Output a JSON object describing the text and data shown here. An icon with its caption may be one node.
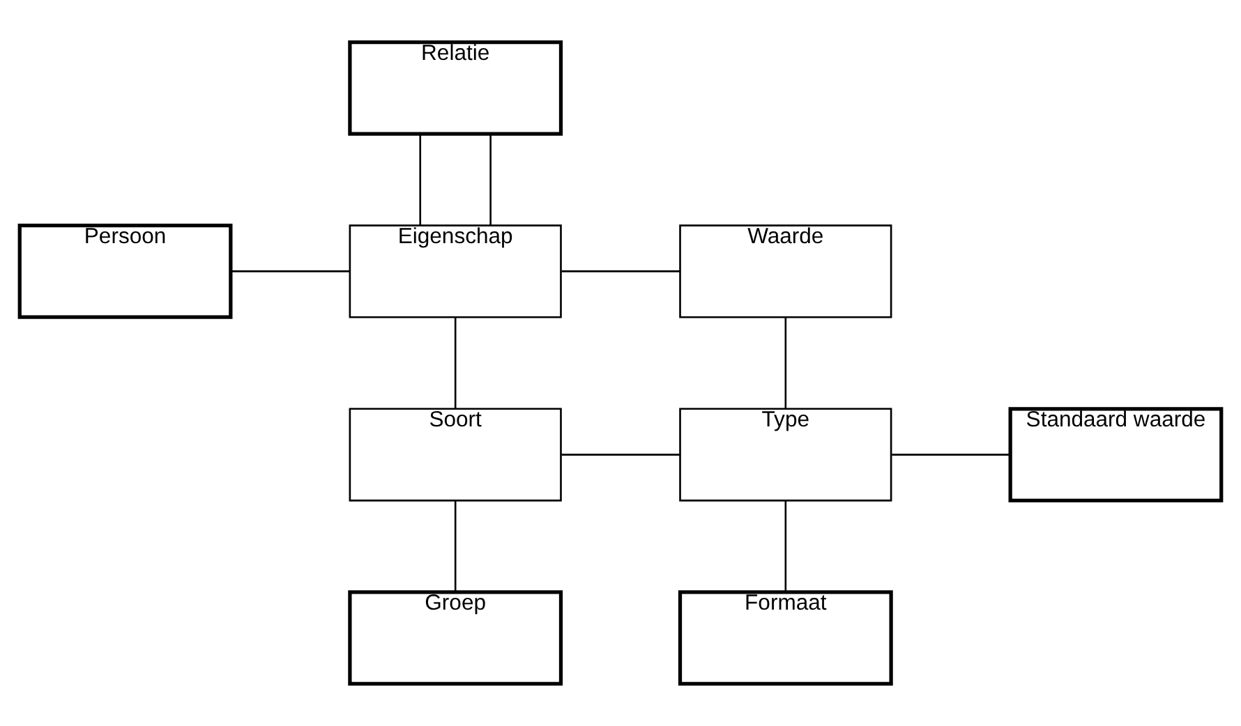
{
  "diagram": {
    "nodes": [
      {
        "text": [
          "Relatie"
        ]
      },
      {
        "text": [
          "Persoon"
        ]
      },
      {
        "text": [
          "Eigenschap"
        ]
      },
      {
        "text": [
          "Waarde"
        ]
      },
      {
        "text": [
          "Soort"
        ]
      },
      {
        "text": [
          "Type"
        ]
      },
      {
        "text": [
          "Standaard waarde"
        ]
      },
      {
        "text": [
          "Groep"
        ]
      },
      {
        "text": [
          "Formaat"
        ]
      }
    ],
    "edges": [
      {
        "from": 0,
        "to": 2,
        "arrow": "none"
      },
      {
        "from": 0,
        "to": 2,
        "arrow": "none"
      },
      {
        "from": 1,
        "to": 2,
        "arrow": "none"
      },
      {
        "from": 2,
        "to": 3,
        "arrow": "none"
      },
      {
        "from": 2,
        "to": 4,
        "arrow": "none"
      },
      {
        "from": 3,
        "to": 5,
        "arrow": "none"
      },
      {
        "from": 4,
        "to": 5,
        "arrow": "none"
      },
      {
        "from": 5,
        "to": 6,
        "arrow": "none"
      },
      {
        "from": 4,
        "to": 7,
        "arrow": "none"
      },
      {
        "from": 5,
        "to": 8,
        "arrow": "none"
      }
    ]
  }
}
